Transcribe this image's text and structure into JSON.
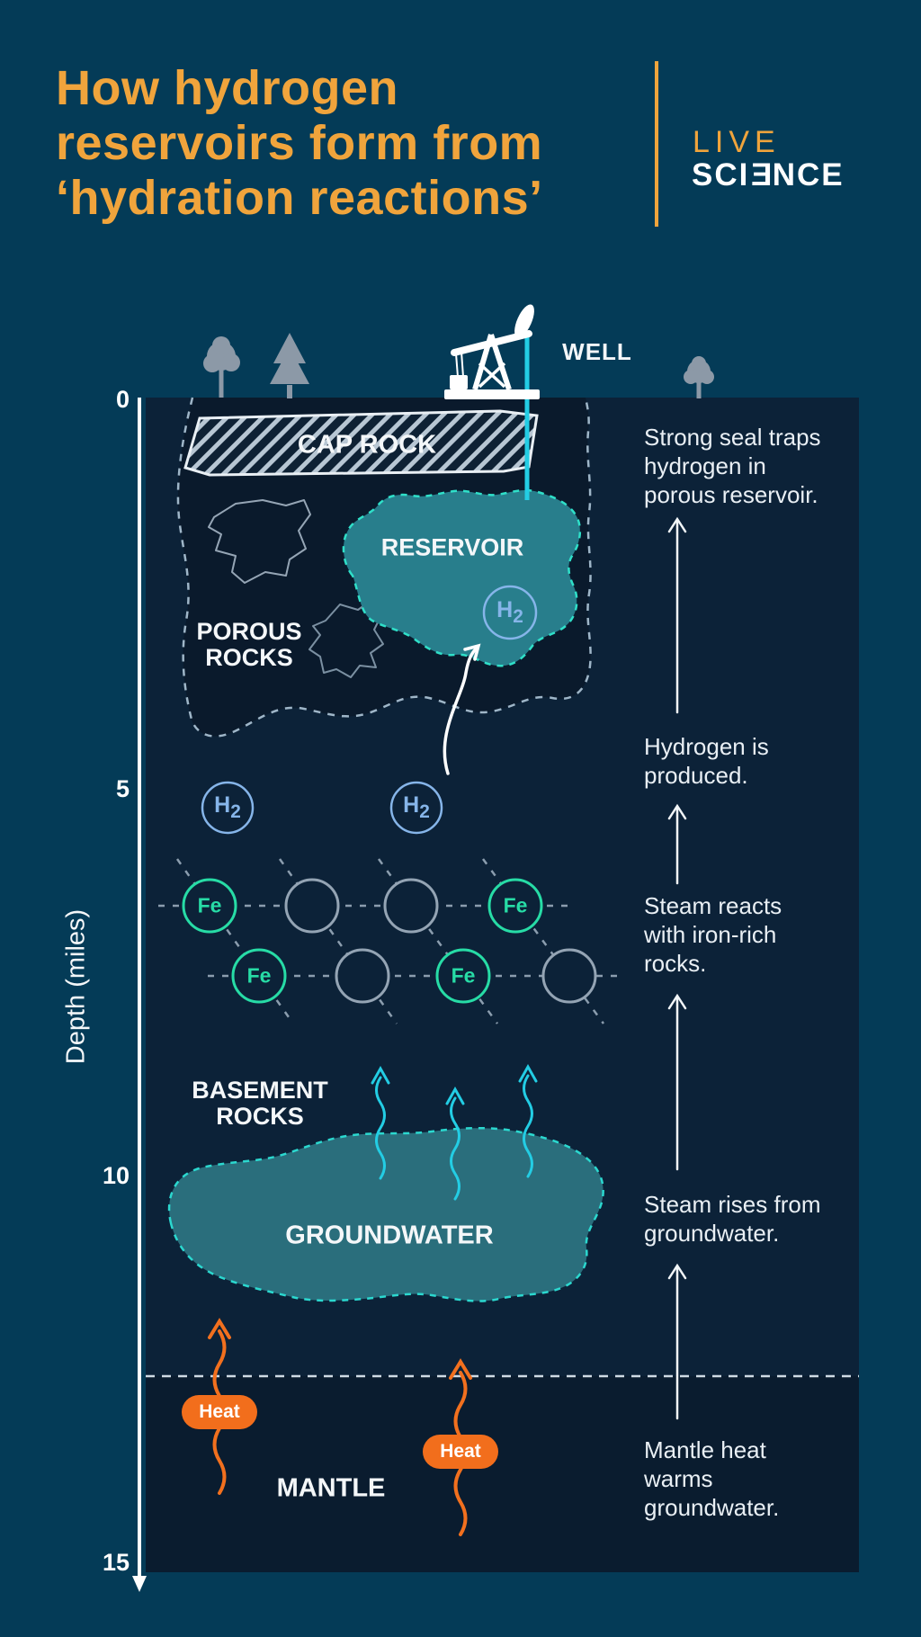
{
  "header": {
    "title": "How hydrogen\nreservoirs form from\n‘hydration reactions’",
    "logo": {
      "live": "LIVE",
      "sci": "SCI",
      "mirrored_e": "E",
      "nce": "NCE"
    }
  },
  "axis": {
    "title": "Depth (miles)",
    "ticks": [
      {
        "label": "0"
      },
      {
        "label": "5"
      },
      {
        "label": "10"
      },
      {
        "label": "15"
      }
    ]
  },
  "surface": {
    "well": "WELL"
  },
  "labels": {
    "cap_rock": "CAP ROCK",
    "reservoir": "RESERVOIR",
    "porous_rocks": "POROUS\nROCKS",
    "basement_rocks": "BASEMENT\nROCKS",
    "groundwater": "GROUNDWATER",
    "mantle": "MANTLE",
    "heat": "Heat"
  },
  "molecules": {
    "hydrogen": "H",
    "hydrogen_sub": "2",
    "iron": "Fe"
  },
  "annotations": [
    {
      "text": "Strong seal traps\nhydrogen in\nporous reservoir."
    },
    {
      "text": "Hydrogen is\nproduced."
    },
    {
      "text": "Steam reacts\nwith iron-rich\nrocks."
    },
    {
      "text": "Steam rises from\ngroundwater."
    },
    {
      "text": "Mantle heat\nwarms\ngroundwater."
    }
  ],
  "colors": {
    "background": "#043B57",
    "underground_panel": "#0C2238",
    "porous_region": "#0A1A2C",
    "mantle_band": "#0A1C2F",
    "reservoir_fill": "#287E8C",
    "groundwater_fill": "#2A6E7C",
    "aqua_dash": "#2FE0C9",
    "hydrogen_blue": "#86B5E9",
    "iron_green": "#27DCA6",
    "steam_cyan": "#23CDE4",
    "heat_orange": "#F26E1C",
    "accent_orange": "#F0A43C",
    "tree_gray": "#8C99A7",
    "white": "#FFFFFF"
  }
}
